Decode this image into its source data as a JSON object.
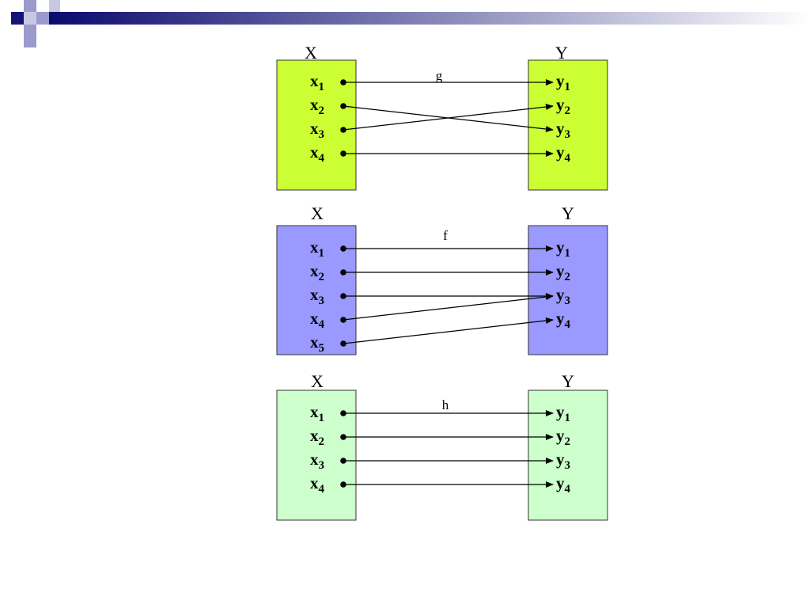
{
  "colors": {
    "bar_start": "#0a0a6e",
    "bar_end": "#ffffff",
    "square_dark": "#141478",
    "square_light": "#9a9acc",
    "square_mid": "#c8c8e4"
  },
  "diagrams": [
    {
      "domain_label": "X",
      "codomain_label": "Y",
      "function_label": "g",
      "box_color": "#ccff33",
      "domain": [
        {
          "base": "x",
          "sub": "1"
        },
        {
          "base": "x",
          "sub": "2"
        },
        {
          "base": "x",
          "sub": "3"
        },
        {
          "base": "x",
          "sub": "4"
        }
      ],
      "codomain": [
        {
          "base": "y",
          "sub": "1"
        },
        {
          "base": "y",
          "sub": "2"
        },
        {
          "base": "y",
          "sub": "3"
        },
        {
          "base": "y",
          "sub": "4"
        }
      ],
      "mapping": [
        [
          1,
          1
        ],
        [
          2,
          3
        ],
        [
          3,
          2
        ],
        [
          4,
          4
        ]
      ]
    },
    {
      "domain_label": "X",
      "codomain_label": "Y",
      "function_label": "f",
      "box_color": "#9999ff",
      "domain": [
        {
          "base": "x",
          "sub": "1"
        },
        {
          "base": "x",
          "sub": "2"
        },
        {
          "base": "x",
          "sub": "3"
        },
        {
          "base": "x",
          "sub": "4"
        },
        {
          "base": "x",
          "sub": "5"
        }
      ],
      "codomain": [
        {
          "base": "y",
          "sub": "1"
        },
        {
          "base": "y",
          "sub": "2"
        },
        {
          "base": "y",
          "sub": "3"
        },
        {
          "base": "y",
          "sub": "4"
        }
      ],
      "mapping": [
        [
          1,
          1
        ],
        [
          2,
          2
        ],
        [
          3,
          3
        ],
        [
          4,
          3
        ],
        [
          5,
          4
        ]
      ]
    },
    {
      "domain_label": "X",
      "codomain_label": "Y",
      "function_label": "h",
      "box_color": "#ccffcc",
      "domain": [
        {
          "base": "x",
          "sub": "1"
        },
        {
          "base": "x",
          "sub": "2"
        },
        {
          "base": "x",
          "sub": "3"
        },
        {
          "base": "x",
          "sub": "4"
        }
      ],
      "codomain": [
        {
          "base": "y",
          "sub": "1"
        },
        {
          "base": "y",
          "sub": "2"
        },
        {
          "base": "y",
          "sub": "3"
        },
        {
          "base": "y",
          "sub": "4"
        }
      ],
      "mapping": [
        [
          1,
          1
        ],
        [
          2,
          2
        ],
        [
          3,
          3
        ],
        [
          4,
          4
        ]
      ]
    }
  ]
}
